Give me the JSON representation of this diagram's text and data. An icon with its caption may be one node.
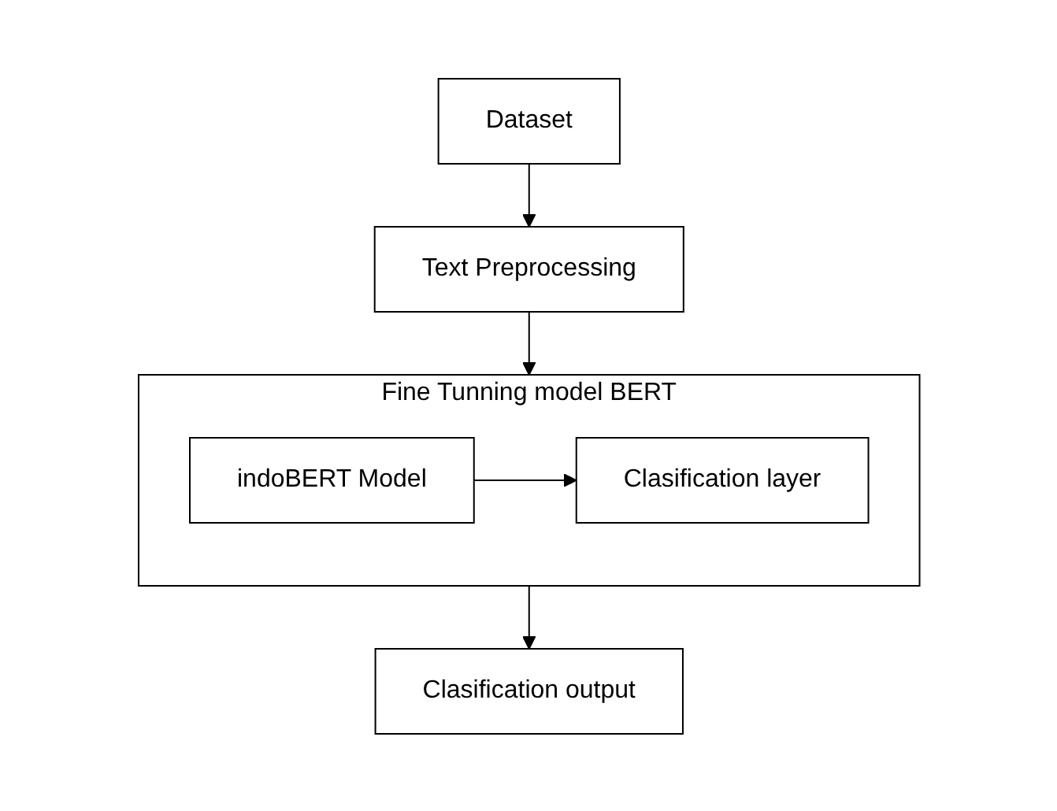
{
  "diagram": {
    "nodes": [
      {
        "text": [
          "Dataset"
        ]
      },
      {
        "text": [
          "Text Preprocessing"
        ]
      },
      {
        "text": [
          "Fine Tunning model BERT"
        ]
      },
      {
        "text": [
          "indoBERT Model"
        ],
        "in": 2
      },
      {
        "text": [
          "Clasification layer"
        ],
        "in": 2
      },
      {
        "text": [
          "Clasification output"
        ]
      }
    ],
    "edges": [
      {
        "from": 0,
        "to": 1,
        "arrow": "to"
      },
      {
        "from": 1,
        "to": 2,
        "arrow": "to"
      },
      {
        "from": 3,
        "to": 4,
        "arrow": "to"
      },
      {
        "from": 2,
        "to": 5,
        "arrow": "to"
      }
    ]
  }
}
